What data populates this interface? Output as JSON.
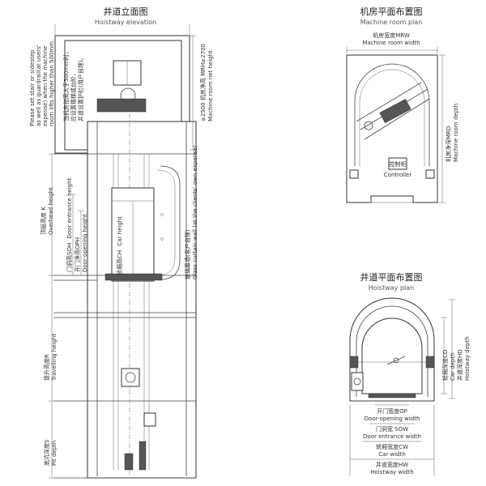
{
  "elevation": {
    "title": "井道立面图",
    "subtitle": "Hoistway elevation",
    "note_cn": "当机房抬高大于500mm时，应设置楼梯或台阶，井道设置护栏(用户自理)。",
    "note_en": "Please set stair or sidestep as well as guardrail(at users' expense) when the machine room lifts higher than 500mm.",
    "mrh_cn": "≥2500 机房净高 MRH≥2700",
    "mrh_en": "Machine room net height",
    "overhead_cn": "顶层高度 K",
    "overhead_en": "Overhead height",
    "soh_cn": "门洞高SOH",
    "soh_en": "Door entrance height",
    "oph_cn": "开门净高OPH",
    "oph_en": "Door-opening height",
    "ch_cn": "轿厢高CH",
    "ch_en": "Car height",
    "glass_cn": "玻璃幕墙(客户自理)",
    "glass_en": "Glass curtain wall (at the clients' own expense)",
    "travel_cn": "提升高度R",
    "travel_en": "Travelling height",
    "pit_cn": "底坑深度S",
    "pit_en": "Pit depth"
  },
  "machine_room": {
    "title": "机房平面布置图",
    "subtitle": "Machine room plan",
    "mrw_cn": "机房宽度MRW",
    "mrw_en": "Machine room width",
    "mrd_cn": "机房净深MRD",
    "mrd_en": "Machine room depth",
    "controller_cn": "控制柜",
    "controller_en": "Controller"
  },
  "hoistway": {
    "title": "井道平面布置图",
    "subtitle": "Hoistway plan",
    "cd_cn": "轿厢深度CD",
    "cd_en": "Car depth",
    "hd_cn": "井道深度HD",
    "hd_en": "Hoistway depth",
    "op_cn": "开门宽度OP",
    "op_en": "Door-opening width",
    "sow_cn": "门洞宽 SOW",
    "sow_en": "Door entrance width",
    "cw_cn": "轿厢宽度CW",
    "cw_en": "Car width",
    "hw_cn": "井道宽度HW",
    "hw_en": "Hoistway width"
  }
}
